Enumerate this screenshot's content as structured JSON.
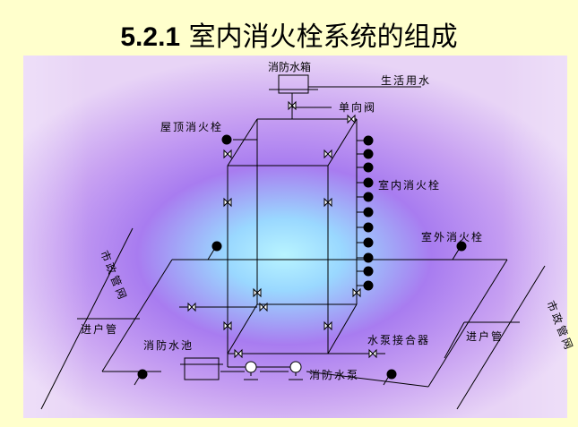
{
  "title": {
    "number": "5.2.1",
    "text": "室内消火栓系统的组成"
  },
  "labels": {
    "water_tank": "消防水箱",
    "domestic_water": "生活用水",
    "check_valve": "单向阀",
    "roof_hydrant": "屋顶消火栓",
    "indoor_hydrant": "室内消火栓",
    "outdoor_hydrant": "室外消火栓",
    "municipal_left": "市政管网",
    "municipal_right": "市政管网",
    "inlet_left": "进户管",
    "inlet_right": "进户管",
    "fire_pool": "消防水池",
    "pump_connector": "水泵接合器",
    "fire_pump": "消防水泵"
  },
  "colors": {
    "page_bg": "#FFFFCC",
    "line": "#000000"
  }
}
